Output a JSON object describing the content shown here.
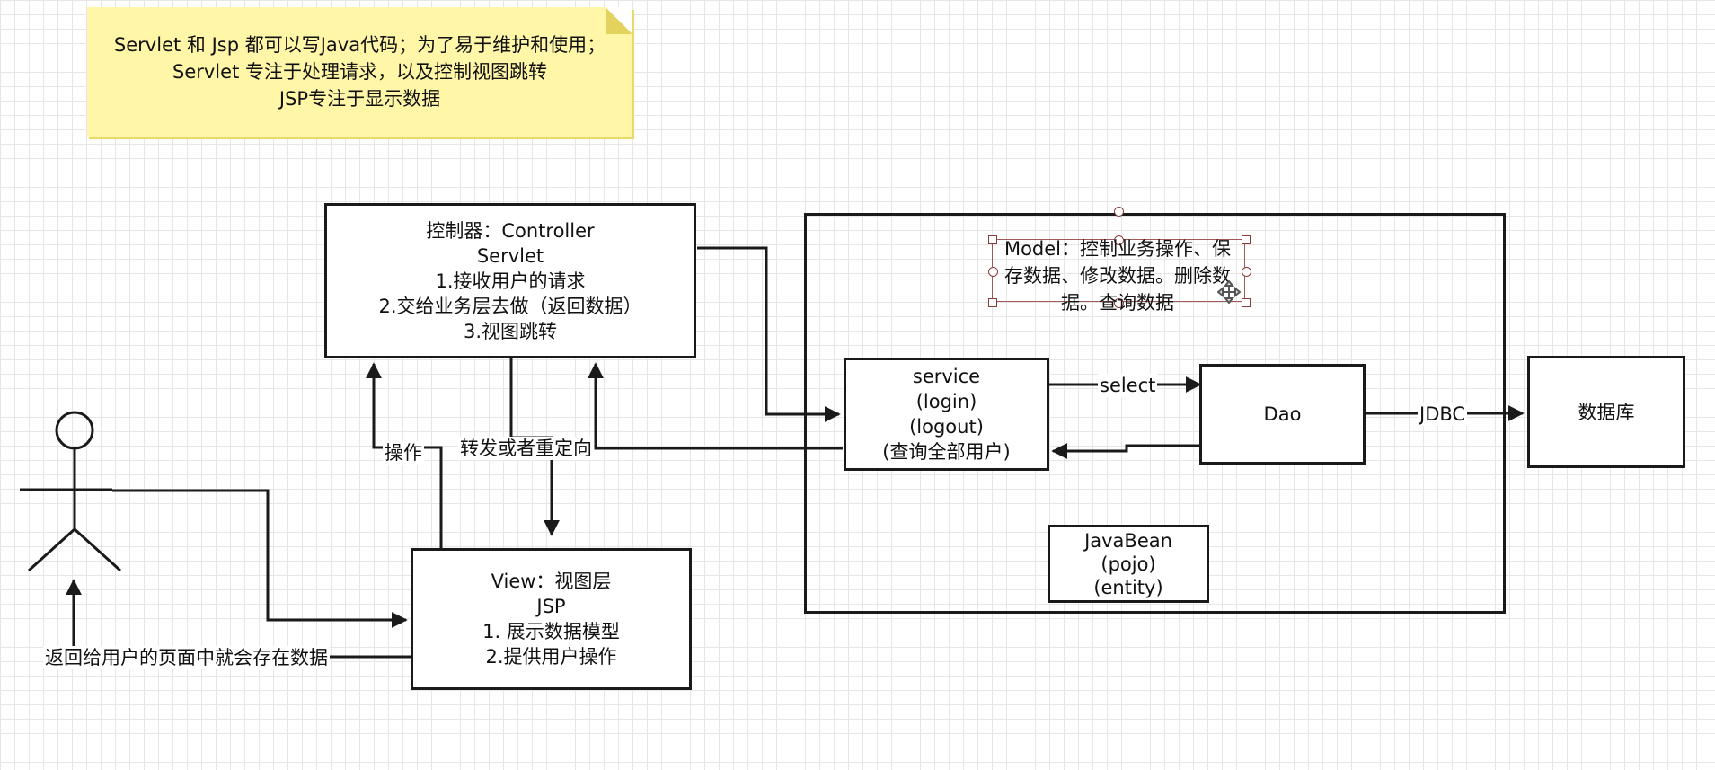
{
  "note": {
    "lines": [
      "Servlet 和 Jsp  都可以写Java代码；为了易于维护和使用；",
      "Servlet 专注于处理请求，以及控制视图跳转",
      "JSP专注于显示数据"
    ]
  },
  "controller": {
    "lines": [
      "控制器：Controller",
      "Servlet",
      "1.接收用户的请求",
      "2.交给业务层去做（返回数据）",
      "3.视图跳转"
    ]
  },
  "view": {
    "lines": [
      "View：视图层",
      "JSP",
      "1. 展示数据模型",
      "2.提供用户操作"
    ]
  },
  "model": {
    "lines": [
      "Model：控制业务操作、保",
      "存数据、修改数据。删除数",
      "据。查询数据"
    ]
  },
  "service": {
    "lines": [
      "service",
      "(login)",
      "(logout)",
      "(查询全部用户)"
    ]
  },
  "dao": {
    "label": "Dao"
  },
  "javabean": {
    "lines": [
      "JavaBean",
      "(pojo)",
      "(entity)"
    ]
  },
  "database": {
    "label": "数据库"
  },
  "edges": {
    "select": "select",
    "jdbc": "JDBC",
    "operate": "操作",
    "forward_redirect": "转发或者重定向",
    "return_data": "返回给用户的页面中就会存在数据"
  }
}
